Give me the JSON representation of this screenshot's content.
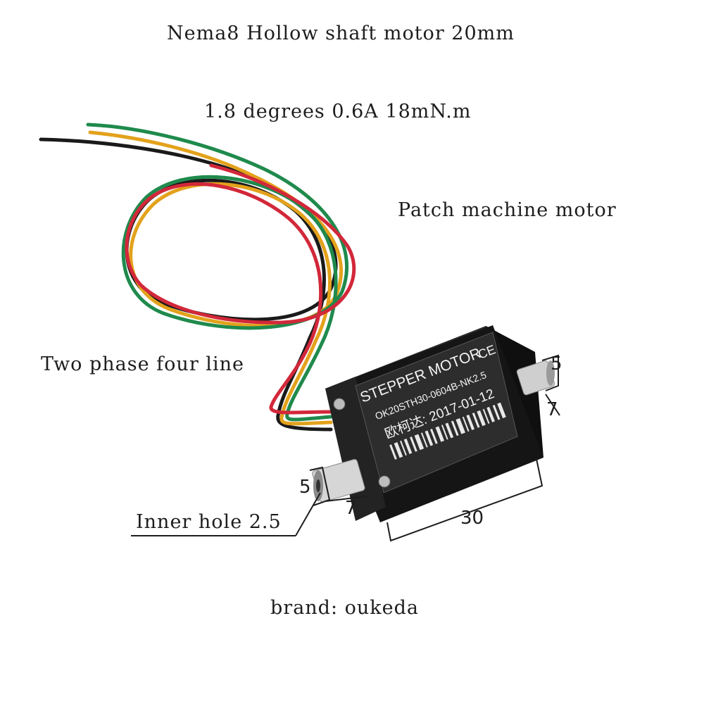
{
  "captions": {
    "title": "Nema8 Hollow shaft motor 20mm",
    "spec": "1.8 degrees 0.6A 18mN.m",
    "patch": "Patch machine motor",
    "phase": "Two phase four line",
    "inner_hole": "Inner hole 2.5",
    "brand": "brand: oukeda"
  },
  "dimensions": {
    "top_shaft_diameter": "5",
    "top_shaft_length": "7",
    "front_shaft_diameter": "5",
    "front_shaft_length": "7",
    "body_length": "30"
  },
  "motor_label": {
    "heading": "STEPPER MOTOR",
    "ce_mark": "CE",
    "model": "OK20STH30-0604B-NK2.5",
    "maker_date": "欧柯达: 2017-01-12"
  },
  "colors": {
    "wire_black": "#1a1a1a",
    "wire_yellow": "#e3a21c",
    "wire_green": "#1f8a4c",
    "wire_red": "#d2283a",
    "motor_body": "#141414",
    "label": "#2a2a2a"
  }
}
